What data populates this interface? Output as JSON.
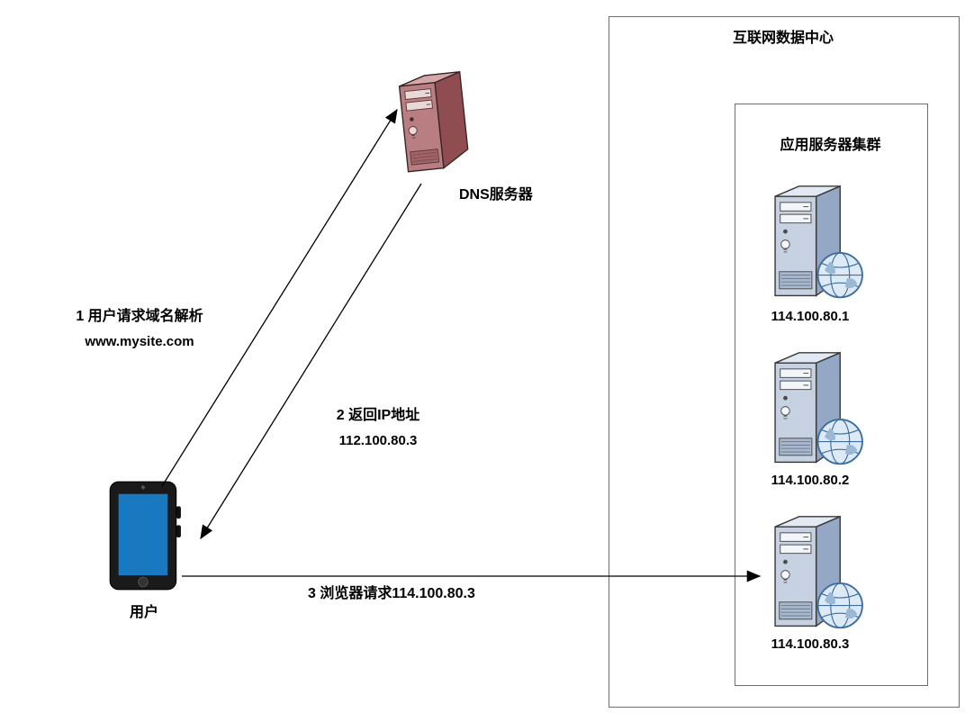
{
  "diagram": {
    "idc": {
      "title": "互联网数据中心"
    },
    "cluster": {
      "title": "应用服务器集群"
    },
    "servers": [
      {
        "label": "114.100.80.1"
      },
      {
        "label": "114.100.80.2"
      },
      {
        "label": "114.100.80.3"
      }
    ],
    "dns": {
      "label": "DNS服务器"
    },
    "user": {
      "label": "用户"
    },
    "flows": [
      {
        "step": "1 用户请求域名解析",
        "detail": "www.mysite.com"
      },
      {
        "step": "2 返回IP地址",
        "detail": "112.100.80.3"
      },
      {
        "step": "3 浏览器请求114.100.80.3",
        "detail": ""
      }
    ],
    "colors": {
      "dns_server_front": "#b97e82",
      "dns_server_side": "#8f4d52",
      "app_server_front": "#c6d2e2",
      "app_server_side": "#94a7c4",
      "user_screen": "#1879c0",
      "line": "#000000"
    }
  }
}
